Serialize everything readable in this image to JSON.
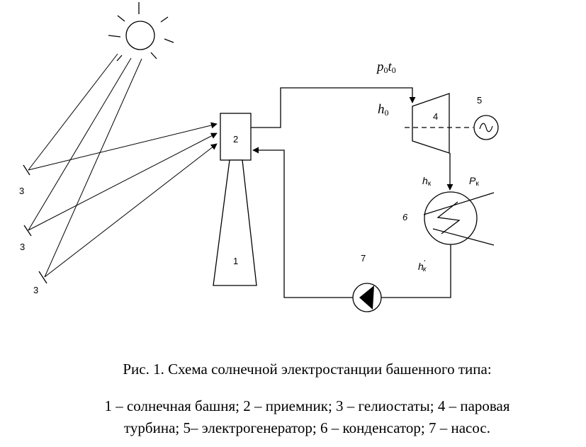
{
  "diagram": {
    "labels": {
      "tower": "1",
      "receiver": "2",
      "heliostat_1": "3",
      "heliostat_2": "3",
      "heliostat_3": "3",
      "turbine": "4",
      "generator": "5",
      "condenser": "6",
      "pump": "7",
      "steam_params": "p0t0",
      "steam_params_main_p": "p",
      "steam_params_sub_p": "0",
      "steam_params_main_t": "t",
      "steam_params_sub_t": "0",
      "inlet_enthalpy_main": "h",
      "inlet_enthalpy_sub": "0",
      "exhaust_enthalpy_main": "h",
      "exhaust_enthalpy_sub": "к",
      "exhaust_pressure_main": "P",
      "exhaust_pressure_sub": "к",
      "condensate_enthalpy_main": "h",
      "condensate_enthalpy_sup": "'",
      "condensate_enthalpy_sub": "к"
    }
  },
  "caption": {
    "title": "Рис. 1. Схема солнечной электростанции башенного типа:",
    "legend_line1": "1 – солнечная башня; 2 – приемник; 3 – гелиостаты; 4 – паровая",
    "legend_line2": "турбина;  5– электрогенератор; 6 – конденсатор; 7 – насос."
  }
}
